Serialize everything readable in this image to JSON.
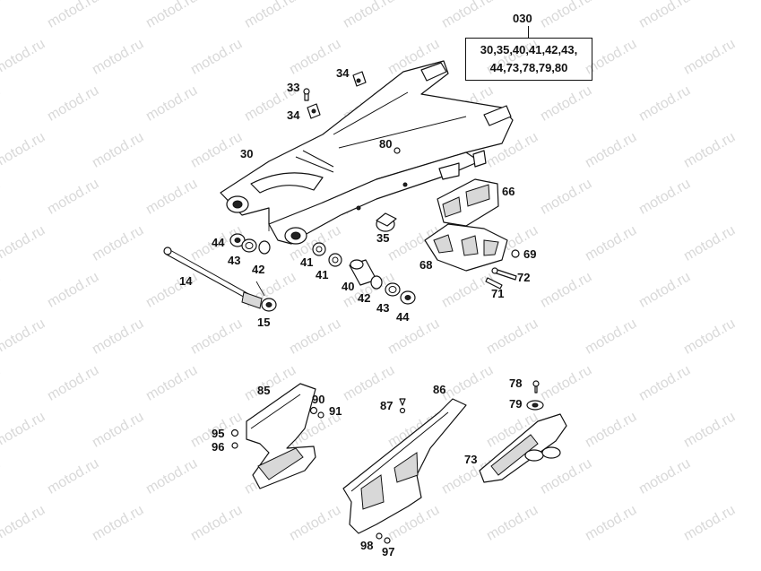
{
  "watermark": {
    "text": "motod.ru"
  },
  "kit": {
    "number": "030",
    "contents_line1": "30,35,40,41,42,43,",
    "contents_line2": "44,73,78,79,80"
  },
  "callouts": {
    "c30": "30",
    "c33": "33",
    "c34a": "34",
    "c34b": "34",
    "c80": "80",
    "c35": "35",
    "c66": "66",
    "c68": "68",
    "c69": "69",
    "c72": "72",
    "c71": "71",
    "c44a": "44",
    "c43a": "43",
    "c42a": "42",
    "c14": "14",
    "c15": "15",
    "c41a": "41",
    "c41b": "41",
    "c40": "40",
    "c42b": "42",
    "c43b": "43",
    "c44b": "44",
    "c85": "85",
    "c90": "90",
    "c91": "91",
    "c95": "95",
    "c96": "96",
    "c87": "87",
    "c86": "86",
    "c98": "98",
    "c97": "97",
    "c78": "78",
    "c79": "79",
    "c73": "73"
  }
}
